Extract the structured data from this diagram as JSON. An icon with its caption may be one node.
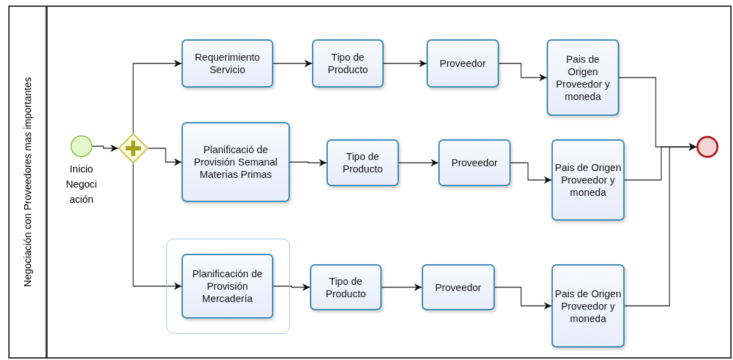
{
  "diagram": {
    "nodes": [
      {
        "text": [
          "Negociación con Proveedores mas importantes"
        ]
      },
      {
        "text": [],
        "shape": "circle",
        "beside": [
          "Inicio Negociación"
        ],
        "in": 0
      },
      {
        "text": [],
        "shape": "diamond",
        "in": 0
      },
      {
        "text": [
          "Requerimiento Servicio"
        ],
        "in": 0
      },
      {
        "text": [
          "Tipo de Producto"
        ],
        "in": 0
      },
      {
        "text": [
          "Proveedor"
        ],
        "in": 0
      },
      {
        "text": [
          "Pais de Origen Proveedor y moneda"
        ],
        "in": 0
      },
      {
        "text": [
          "Planificació de Provisión Semanal Materias Primas"
        ],
        "in": 0
      },
      {
        "text": [
          "Tipo de Producto"
        ],
        "in": 0
      },
      {
        "text": [
          "Proveedor"
        ],
        "in": 0
      },
      {
        "text": [
          "Pais de Origen Proveedor y moneda"
        ],
        "in": 0
      },
      {
        "text": [],
        "shape": "box",
        "in": 0
      },
      {
        "text": [
          "Planificación de Provisión Mercadería"
        ],
        "in": 11
      },
      {
        "text": [
          "Tipo de Producto"
        ],
        "in": 0
      },
      {
        "text": [
          "Proveedor"
        ],
        "in": 0
      },
      {
        "text": [
          "Pais de Origen Proveedor y moneda"
        ],
        "in": 0
      },
      {
        "text": [],
        "shape": "circle",
        "in": 0
      }
    ],
    "edges": [
      {
        "from": 1,
        "to": 2,
        "arrow": "to"
      },
      {
        "from": 2,
        "to": 3,
        "arrow": "to"
      },
      {
        "from": 2,
        "to": 7,
        "arrow": "to"
      },
      {
        "from": 2,
        "to": 12,
        "arrow": "to"
      },
      {
        "from": 3,
        "to": 4,
        "arrow": "to"
      },
      {
        "from": 4,
        "to": 5,
        "arrow": "to"
      },
      {
        "from": 5,
        "to": 6,
        "arrow": "to"
      },
      {
        "from": 7,
        "to": 8,
        "arrow": "to"
      },
      {
        "from": 8,
        "to": 9,
        "arrow": "to"
      },
      {
        "from": 9,
        "to": 10,
        "arrow": "to"
      },
      {
        "from": 12,
        "to": 13,
        "arrow": "to"
      },
      {
        "from": 13,
        "to": 14,
        "arrow": "to"
      },
      {
        "from": 14,
        "to": 15,
        "arrow": "to"
      },
      {
        "from": 6,
        "to": 16,
        "arrow": "to"
      },
      {
        "from": 10,
        "to": 16,
        "arrow": "to"
      },
      {
        "from": 15,
        "to": 16,
        "arrow": "to"
      }
    ]
  }
}
